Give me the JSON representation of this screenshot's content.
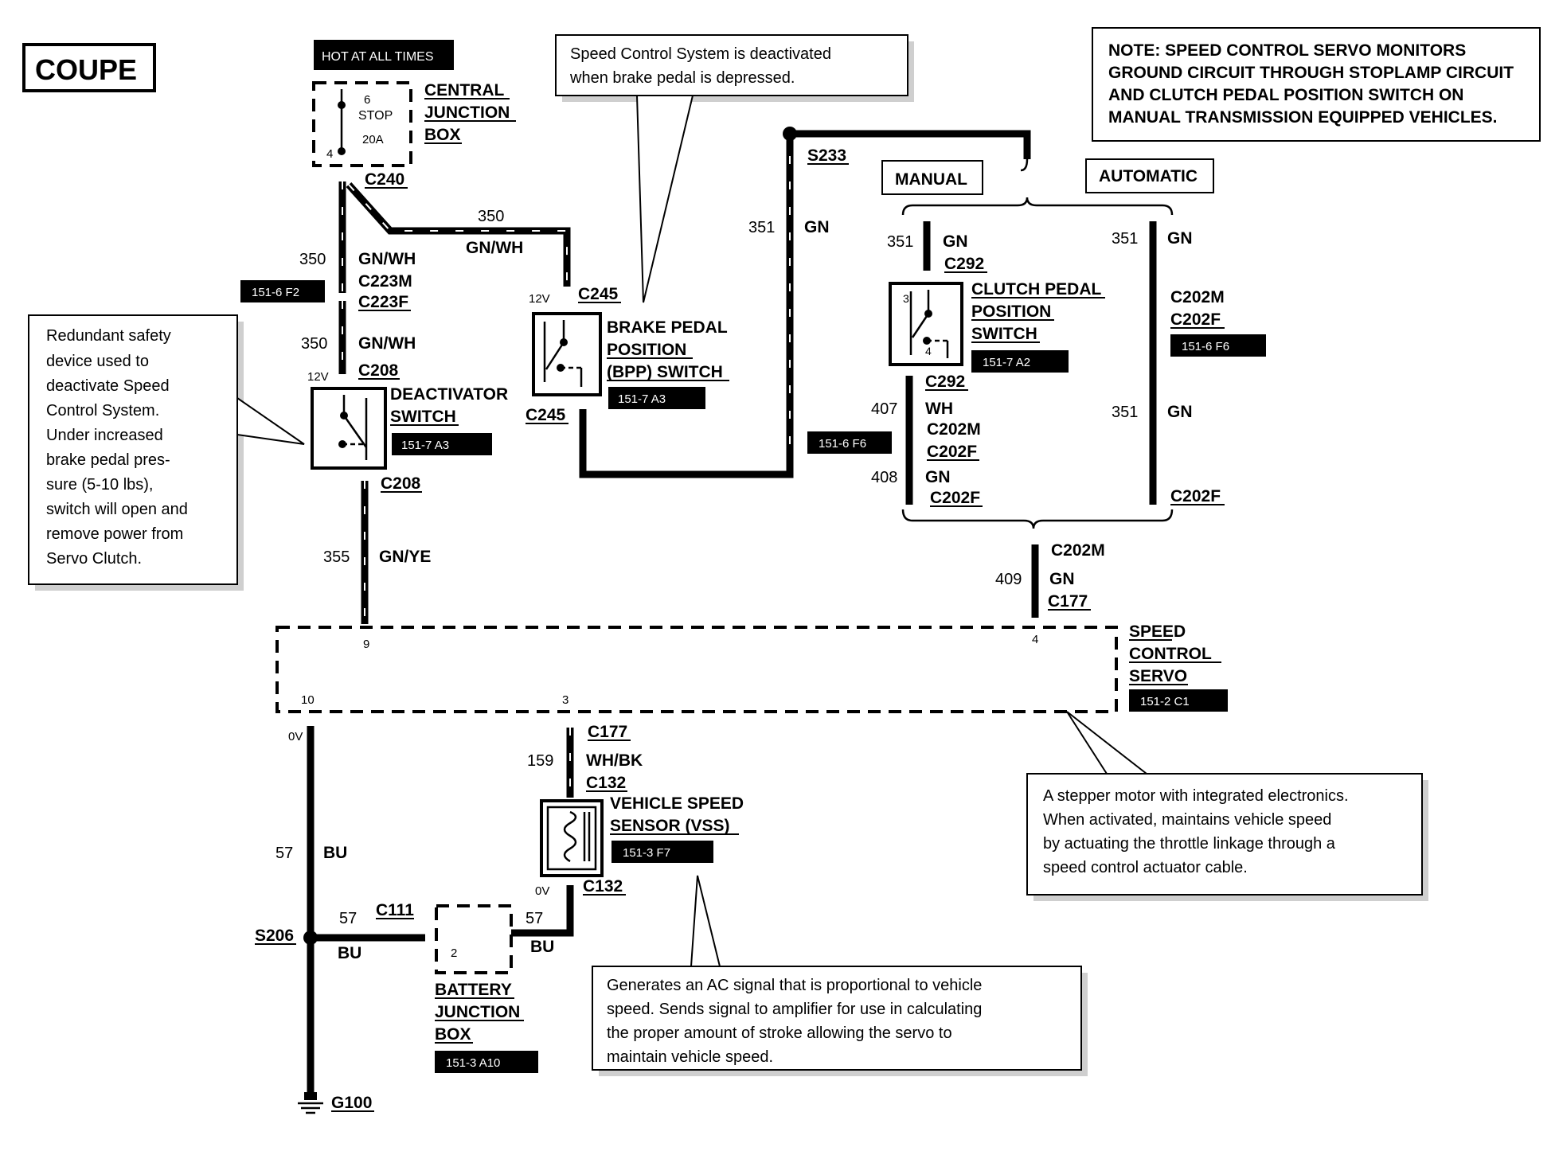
{
  "title": "COUPE",
  "hot_label": "HOT AT ALL TIMES",
  "note_top": [
    "NOTE: SPEED CONTROL SERVO MONITORS",
    "GROUND CIRCUIT THROUGH STOPLAMP CIRCUIT",
    "AND CLUTCH PEDAL POSITION SWITCH  ON",
    "MANUAL TRANSMISSION EQUIPPED VEHICLES."
  ],
  "callouts": {
    "brake": [
      "Speed Control System is deactivated",
      "when brake pedal is depressed."
    ],
    "redundant": [
      "Redundant safety",
      "device used to",
      "deactivate Speed",
      "Control System.",
      "Under increased",
      "brake pedal pres-",
      "sure (5-10 lbs),",
      "switch will open and",
      "remove power from",
      "Servo Clutch."
    ],
    "stepper": [
      "A stepper motor with integrated electronics.",
      "When activated, maintains vehicle speed",
      "by actuating the throttle linkage through a",
      "speed control actuator cable."
    ],
    "vss": [
      "Generates an AC signal that is proportional to vehicle",
      "speed.  Sends signal to amplifier for use in calculating",
      "the proper amount of stroke allowing the servo to",
      "maintain vehicle speed."
    ]
  },
  "components": {
    "cjb": {
      "name": [
        "CENTRAL",
        "JUNCTION",
        "BOX"
      ],
      "fuse_num": "6",
      "fuse_name": "STOP",
      "fuse_amp": "20A",
      "pin": "4"
    },
    "deactivator": {
      "name": [
        "DEACTIVATOR",
        "SWITCH"
      ],
      "ref": "151-7 A3"
    },
    "bpp": {
      "name": [
        "BRAKE PEDAL",
        "POSITION",
        "(BPP) SWITCH"
      ],
      "ref": "151-7 A3"
    },
    "cpp": {
      "name": [
        "CLUTCH PEDAL",
        "POSITION",
        "SWITCH"
      ],
      "ref": "151-7 A2",
      "pin_top": "3",
      "pin_bot": "4"
    },
    "servo": {
      "name": [
        "SPEED",
        "CONTROL",
        "SERVO"
      ],
      "ref": "151-2 C1",
      "pin9": "9",
      "pin4": "4",
      "pin10": "10",
      "pin3": "3"
    },
    "vss": {
      "name": [
        "VEHICLE SPEED",
        "SENSOR (VSS)"
      ],
      "ref": "151-3 F7"
    },
    "bjb": {
      "name": [
        "BATTERY",
        "JUNCTION",
        "BOX"
      ],
      "ref": "151-3 A10",
      "pin": "2"
    }
  },
  "refs": {
    "left_c223": "151-6 F2",
    "mid_c202": "151-6 F6",
    "right_c202": "151-6 F6"
  },
  "wires": {
    "w350": "350",
    "gnwh": "GN/WH",
    "w351": "351",
    "gn": "GN",
    "w355": "355",
    "gnye": "GN/YE",
    "w407": "407",
    "wh": "WH",
    "w408": "408",
    "w409": "409",
    "w159": "159",
    "whbk": "WH/BK",
    "w57": "57",
    "bu": "BU"
  },
  "connectors": {
    "c240": "C240",
    "c223m": "C223M",
    "c223f": "C223F",
    "c208": "C208",
    "c245": "C245",
    "s233": "S233",
    "c292": "C292",
    "c202m": "C202M",
    "c202f": "C202F",
    "c177": "C177",
    "c132": "C132",
    "c111": "C111",
    "s206": "S206",
    "g100": "G100"
  },
  "voltages": {
    "v12": "12V",
    "v0": "0V"
  },
  "options": {
    "manual": "MANUAL",
    "automatic": "AUTOMATIC"
  }
}
